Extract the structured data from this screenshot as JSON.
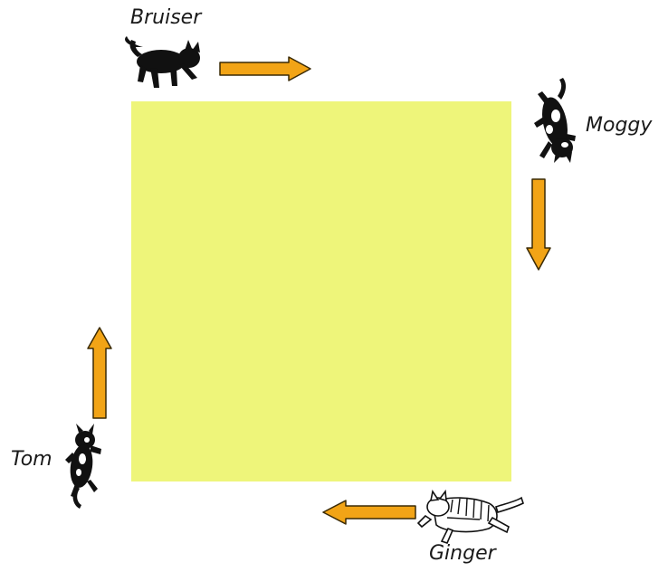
{
  "colors": {
    "square_fill": "#eef57a",
    "arrow_fill": "#f2a416",
    "arrow_stroke": "#3a2a05",
    "cat_black": "#111111",
    "cat_white": "#ffffff"
  },
  "diagram": {
    "shape": "square",
    "cats": [
      {
        "id": "bruiser",
        "name": "Bruiser",
        "position": "top-left",
        "pattern": "solid black"
      },
      {
        "id": "moggy",
        "name": "Moggy",
        "position": "top-right",
        "pattern": "black with white patches"
      },
      {
        "id": "ginger",
        "name": "Ginger",
        "position": "bottom-right",
        "pattern": "striped tabby"
      },
      {
        "id": "tom",
        "name": "Tom",
        "position": "bottom-left",
        "pattern": "black with white patches"
      }
    ],
    "arrows": [
      {
        "id": "top",
        "direction": "right"
      },
      {
        "id": "right",
        "direction": "down"
      },
      {
        "id": "bottom",
        "direction": "left"
      },
      {
        "id": "left",
        "direction": "up"
      }
    ]
  }
}
